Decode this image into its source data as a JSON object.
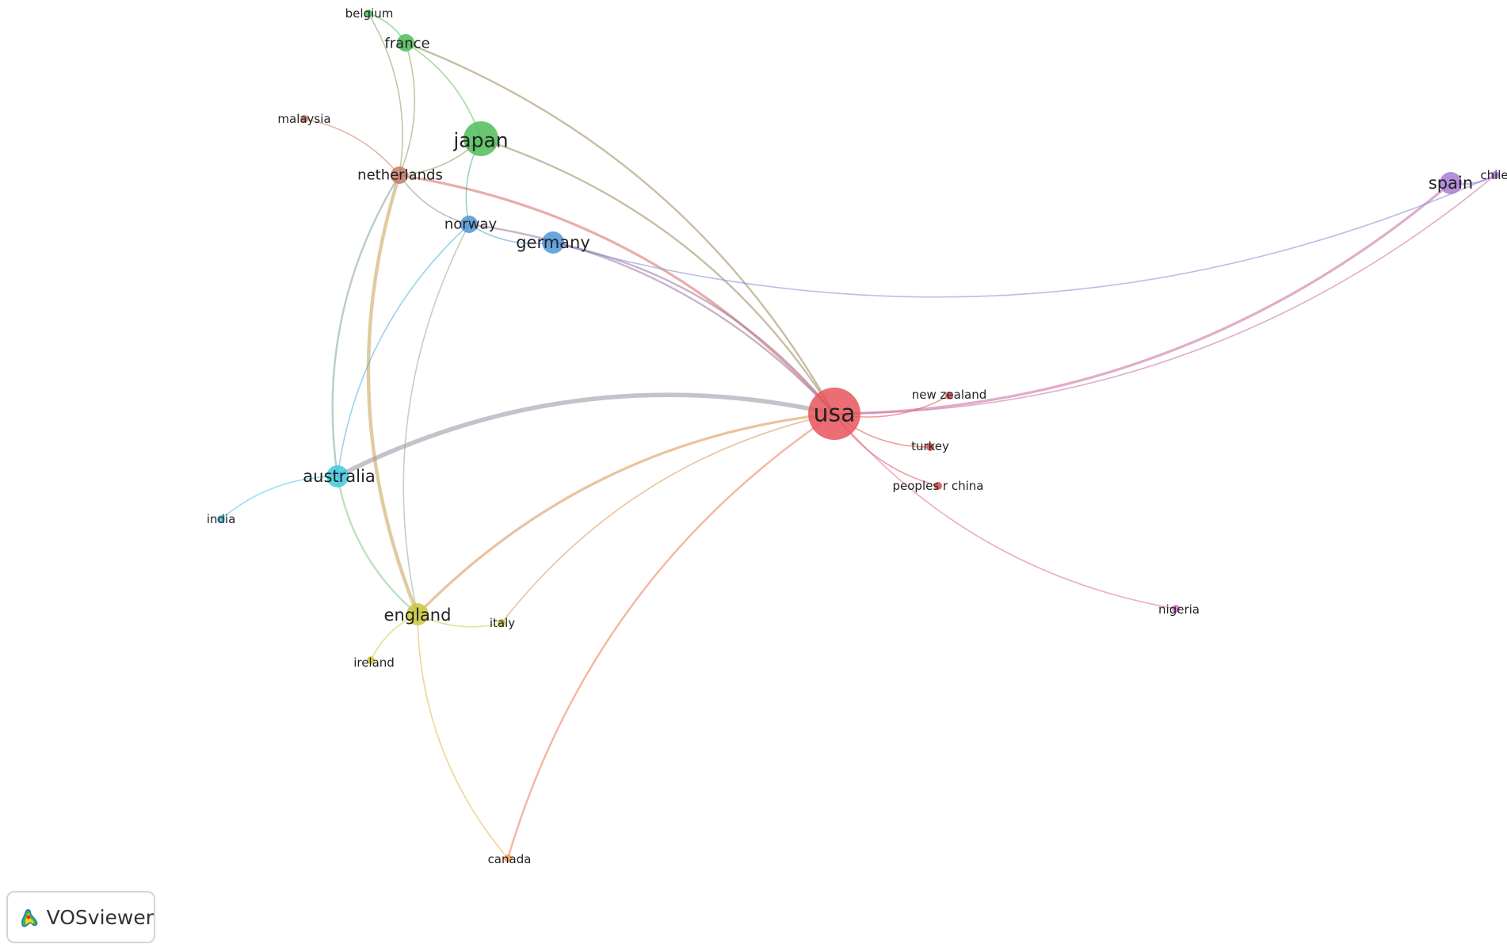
{
  "app": {
    "name": "VOSviewer",
    "logo_icon": "vosviewer-logo-icon"
  },
  "network": {
    "nodes": [
      {
        "id": "usa",
        "label": "usa",
        "color": "#e8555d",
        "size": "xl"
      },
      {
        "id": "japan",
        "label": "japan",
        "color": "#4dbd57",
        "size": "l"
      },
      {
        "id": "france",
        "label": "france",
        "color": "#4dbd57",
        "size": "s"
      },
      {
        "id": "belgium",
        "label": "belgium",
        "color": "#4dbd57",
        "size": "xs"
      },
      {
        "id": "netherlands",
        "label": "netherlands",
        "color": "#c57a68",
        "size": "s"
      },
      {
        "id": "malaysia",
        "label": "malaysia",
        "color": "#c57a68",
        "size": "xs"
      },
      {
        "id": "norway",
        "label": "norway",
        "color": "#4f95d8",
        "size": "s"
      },
      {
        "id": "germany",
        "label": "germany",
        "color": "#4f95d8",
        "size": "m"
      },
      {
        "id": "australia",
        "label": "australia",
        "color": "#3fc8e0",
        "size": "m"
      },
      {
        "id": "india",
        "label": "india",
        "color": "#3fc8e0",
        "size": "xs"
      },
      {
        "id": "england",
        "label": "england",
        "color": "#c9c83c",
        "size": "m"
      },
      {
        "id": "italy",
        "label": "italy",
        "color": "#c9c83c",
        "size": "xs"
      },
      {
        "id": "ireland",
        "label": "ireland",
        "color": "#c9c83c",
        "size": "xs"
      },
      {
        "id": "canada",
        "label": "canada",
        "color": "#f29d4d",
        "size": "xs"
      },
      {
        "id": "spain",
        "label": "spain",
        "color": "#a77bd6",
        "size": "m"
      },
      {
        "id": "chile",
        "label": "chile",
        "color": "#a77bd6",
        "size": "xs"
      },
      {
        "id": "new_zealand",
        "label": "new zealand",
        "color": "#e04848",
        "size": "xs"
      },
      {
        "id": "turkey",
        "label": "turkey",
        "color": "#e04848",
        "size": "xs"
      },
      {
        "id": "peoples_r_china",
        "label": "peoples r china",
        "color": "#e04848",
        "size": "xs"
      },
      {
        "id": "nigeria",
        "label": "nigeria",
        "color": "#d574c8",
        "size": "xs"
      }
    ],
    "links": [
      {
        "source": "usa",
        "target": "australia",
        "strength": 5
      },
      {
        "source": "usa",
        "target": "netherlands",
        "strength": 3
      },
      {
        "source": "usa",
        "target": "spain",
        "strength": 3
      },
      {
        "source": "usa",
        "target": "england",
        "strength": 3
      },
      {
        "source": "usa",
        "target": "japan",
        "strength": 2
      },
      {
        "source": "usa",
        "target": "france",
        "strength": 2
      },
      {
        "source": "usa",
        "target": "norway",
        "strength": 2
      },
      {
        "source": "usa",
        "target": "germany",
        "strength": 2
      },
      {
        "source": "usa",
        "target": "canada",
        "strength": 2
      },
      {
        "source": "usa",
        "target": "italy",
        "strength": 1
      },
      {
        "source": "usa",
        "target": "chile",
        "strength": 1
      },
      {
        "source": "usa",
        "target": "new_zealand",
        "strength": 1
      },
      {
        "source": "usa",
        "target": "turkey",
        "strength": 1
      },
      {
        "source": "usa",
        "target": "peoples_r_china",
        "strength": 1
      },
      {
        "source": "usa",
        "target": "nigeria",
        "strength": 1
      },
      {
        "source": "netherlands",
        "target": "england",
        "strength": 4
      },
      {
        "source": "netherlands",
        "target": "australia",
        "strength": 2
      },
      {
        "source": "netherlands",
        "target": "france",
        "strength": 1
      },
      {
        "source": "netherlands",
        "target": "belgium",
        "strength": 1
      },
      {
        "source": "netherlands",
        "target": "malaysia",
        "strength": 1
      },
      {
        "source": "netherlands",
        "target": "norway",
        "strength": 1
      },
      {
        "source": "netherlands",
        "target": "japan",
        "strength": 1
      },
      {
        "source": "japan",
        "target": "france",
        "strength": 1
      },
      {
        "source": "japan",
        "target": "norway",
        "strength": 1
      },
      {
        "source": "france",
        "target": "belgium",
        "strength": 1
      },
      {
        "source": "norway",
        "target": "germany",
        "strength": 1
      },
      {
        "source": "norway",
        "target": "australia",
        "strength": 1
      },
      {
        "source": "norway",
        "target": "england",
        "strength": 1
      },
      {
        "source": "germany",
        "target": "chile",
        "strength": 1
      },
      {
        "source": "australia",
        "target": "india",
        "strength": 1
      },
      {
        "source": "australia",
        "target": "england",
        "strength": 2
      },
      {
        "source": "england",
        "target": "italy",
        "strength": 1
      },
      {
        "source": "england",
        "target": "ireland",
        "strength": 1
      },
      {
        "source": "england",
        "target": "canada",
        "strength": 1
      },
      {
        "source": "spain",
        "target": "chile",
        "strength": 2
      }
    ]
  }
}
